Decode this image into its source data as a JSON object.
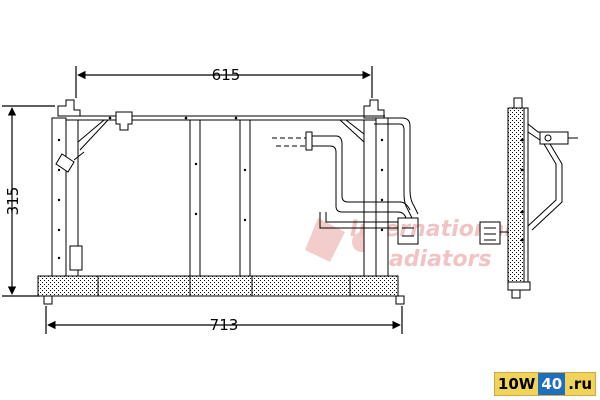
{
  "dimensions": {
    "top_width": "615",
    "height": "315",
    "bottom_width": "713"
  },
  "watermark": {
    "line1": "International",
    "line2": "Radiators"
  },
  "logo": {
    "part1": "10W",
    "part2": "40",
    "part3": ".ru",
    "colors": {
      "yellow": "#f2d35a",
      "blue": "#1f6fbf"
    }
  }
}
